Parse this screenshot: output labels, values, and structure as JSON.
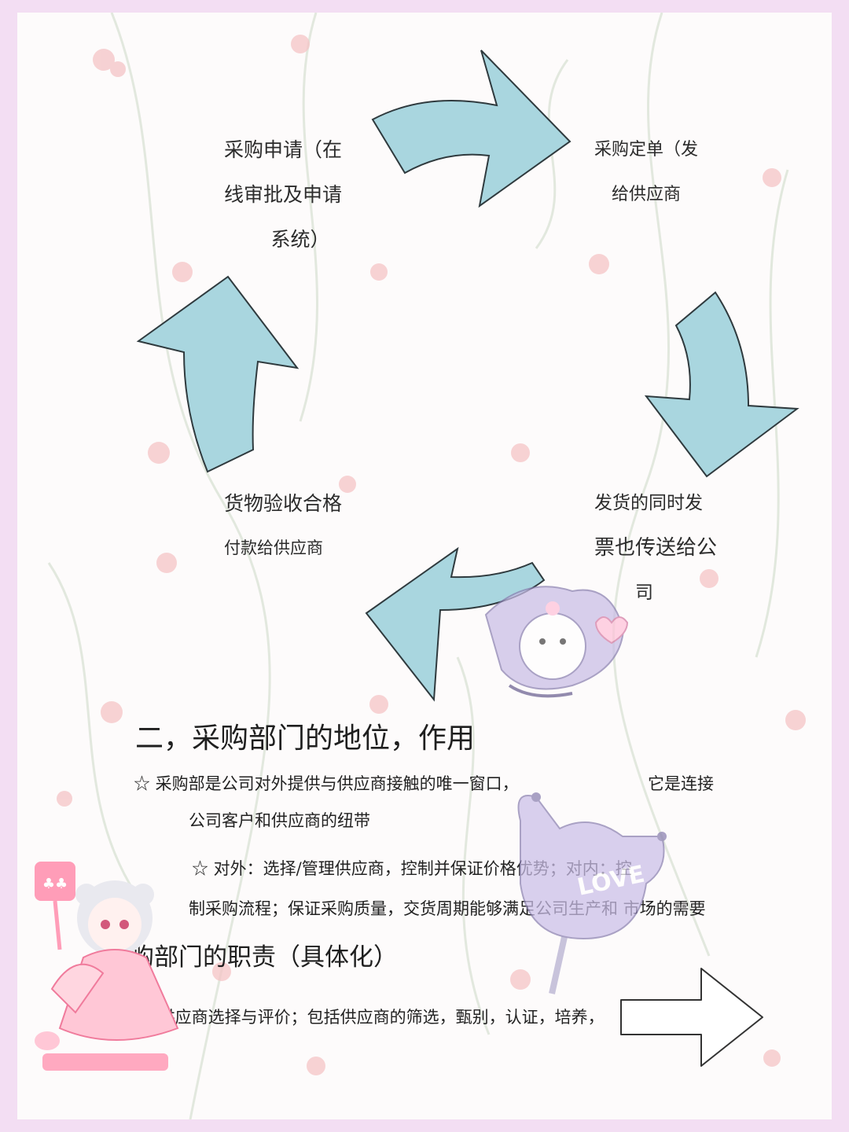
{
  "cycle": {
    "step_request": [
      "采购申请（在",
      "线审批及申请",
      "系统）"
    ],
    "step_order": [
      "采购定单（发",
      "给供应商"
    ],
    "step_invoice": [
      "发货的同时发",
      "票也传送给公",
      "司"
    ],
    "step_payment": [
      "货物验收合格",
      "付款给供应商"
    ]
  },
  "section2": {
    "title": "二，采购部门的地位，作用",
    "line1a": "☆ 采购部是公司对外提供与供应商接触的唯一窗口，",
    "line1b": "它是连接",
    "line2": "公司客户和供应商的纽带",
    "line3": "☆ 对外：选择/管理供应商，控制并保证价格优势；对内：控",
    "line4": "制采购流程；保证采购质量，交货周期能够满足公司生产和 市场的需要"
  },
  "section3": {
    "title": "采购部门的职责（具体化）",
    "line1": "☆ 供应商选择与评价；包括供应商的筛选，甄别，认证，培养，"
  },
  "stickers": {
    "lollipop_text": "LOVE",
    "sign_text": "♣♣"
  },
  "colors": {
    "arrow_fill": "#a9d6df",
    "arrow_stroke": "#2f3a3e",
    "border": "#f3def3"
  }
}
